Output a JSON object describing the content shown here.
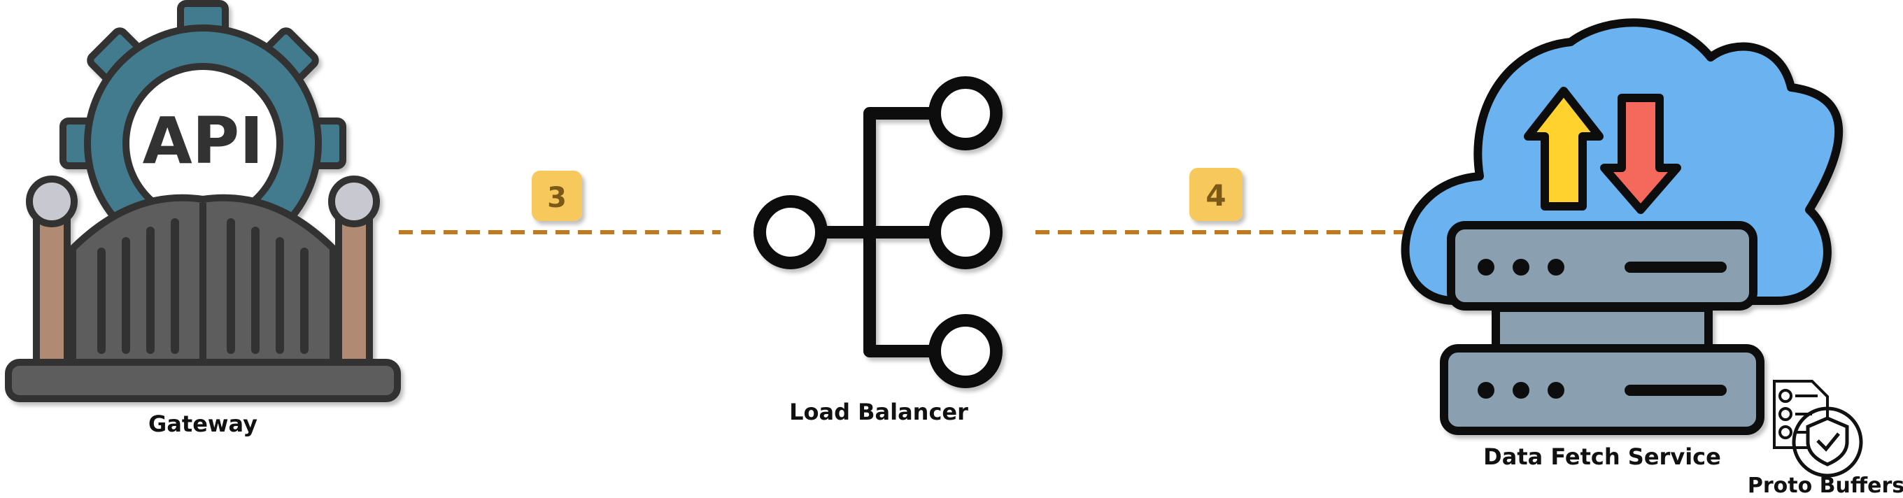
{
  "nodes": {
    "gateway": {
      "label": "Gateway",
      "icon": "api-gateway-icon",
      "gate_text": "API"
    },
    "load_balancer": {
      "label": "Load Balancer",
      "icon": "load-balancer-icon"
    },
    "data_fetch_service": {
      "label": "Data Fetch Service",
      "icon": "cloud-server-icon"
    },
    "proto_buffers": {
      "label": "Proto Buffers",
      "icon": "document-shield-icon"
    }
  },
  "edges": [
    {
      "from": "gateway",
      "to": "load_balancer",
      "step": "3"
    },
    {
      "from": "load_balancer",
      "to": "data_fetch_service",
      "step": "4"
    }
  ],
  "colors": {
    "connector": "#c07a1e",
    "badge": "#f7c95d",
    "gear": "#437a8e",
    "cloud": "#6bb3f0",
    "server": "#8aa0b0",
    "arrow_up": "#ffd22e",
    "arrow_down": "#f4695b",
    "gate": "#5d5d5d",
    "pillar": "#b08a72"
  }
}
